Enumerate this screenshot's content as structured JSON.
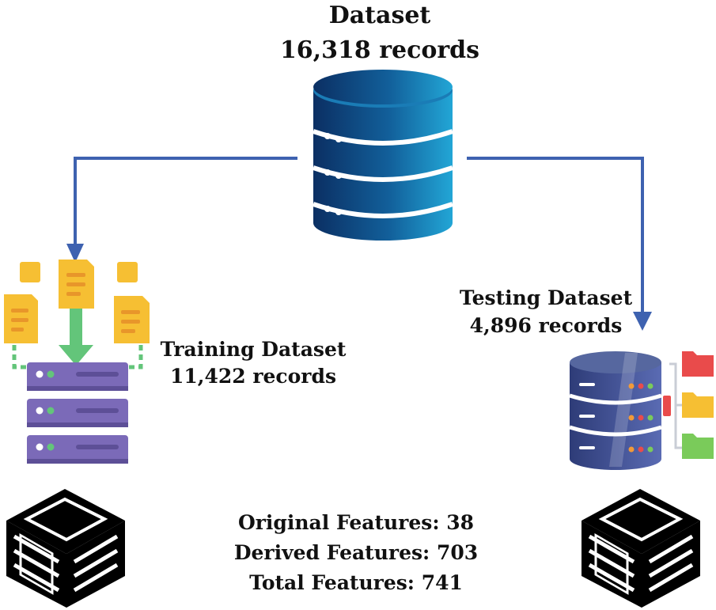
{
  "dataset": {
    "title": "Dataset",
    "records": "16,318 records"
  },
  "training": {
    "title": "Training Dataset",
    "records": "11,422 records"
  },
  "testing": {
    "title": "Testing Dataset",
    "records": "4,896 records"
  },
  "features": {
    "original": "Original Features: 38",
    "derived": "Derived Features: 703",
    "total": "Total Features: 741"
  },
  "colors": {
    "arrow": "#3e62b0",
    "database_dark": "#0b3d6e",
    "database_light": "#1f8fc5",
    "training_server": "#7b6ab8",
    "file_yellow": "#f6bf33",
    "green_arrow": "#63c57a",
    "testing_db": "#3d4f93"
  },
  "icons": {
    "dataset": "database-icon",
    "training": "server-upload-icon",
    "testing": "database-folders-icon",
    "boxes": "server-cube-icon"
  }
}
